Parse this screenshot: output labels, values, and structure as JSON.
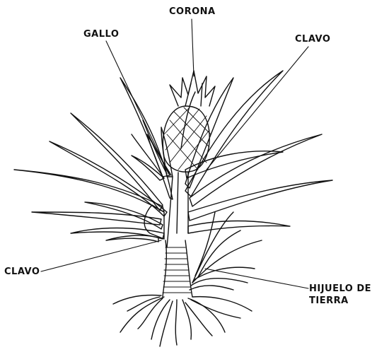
{
  "labels": {
    "corona": "CORONA",
    "gallo": "GALLO",
    "clavo_top": "CLAVO",
    "clavo_left": "CLAVO",
    "hijuelo_line1": "HIJUELO DE",
    "hijuelo_line2": "TIERRA"
  },
  "colors": {
    "ink": "#111111",
    "background": "#ffffff"
  }
}
